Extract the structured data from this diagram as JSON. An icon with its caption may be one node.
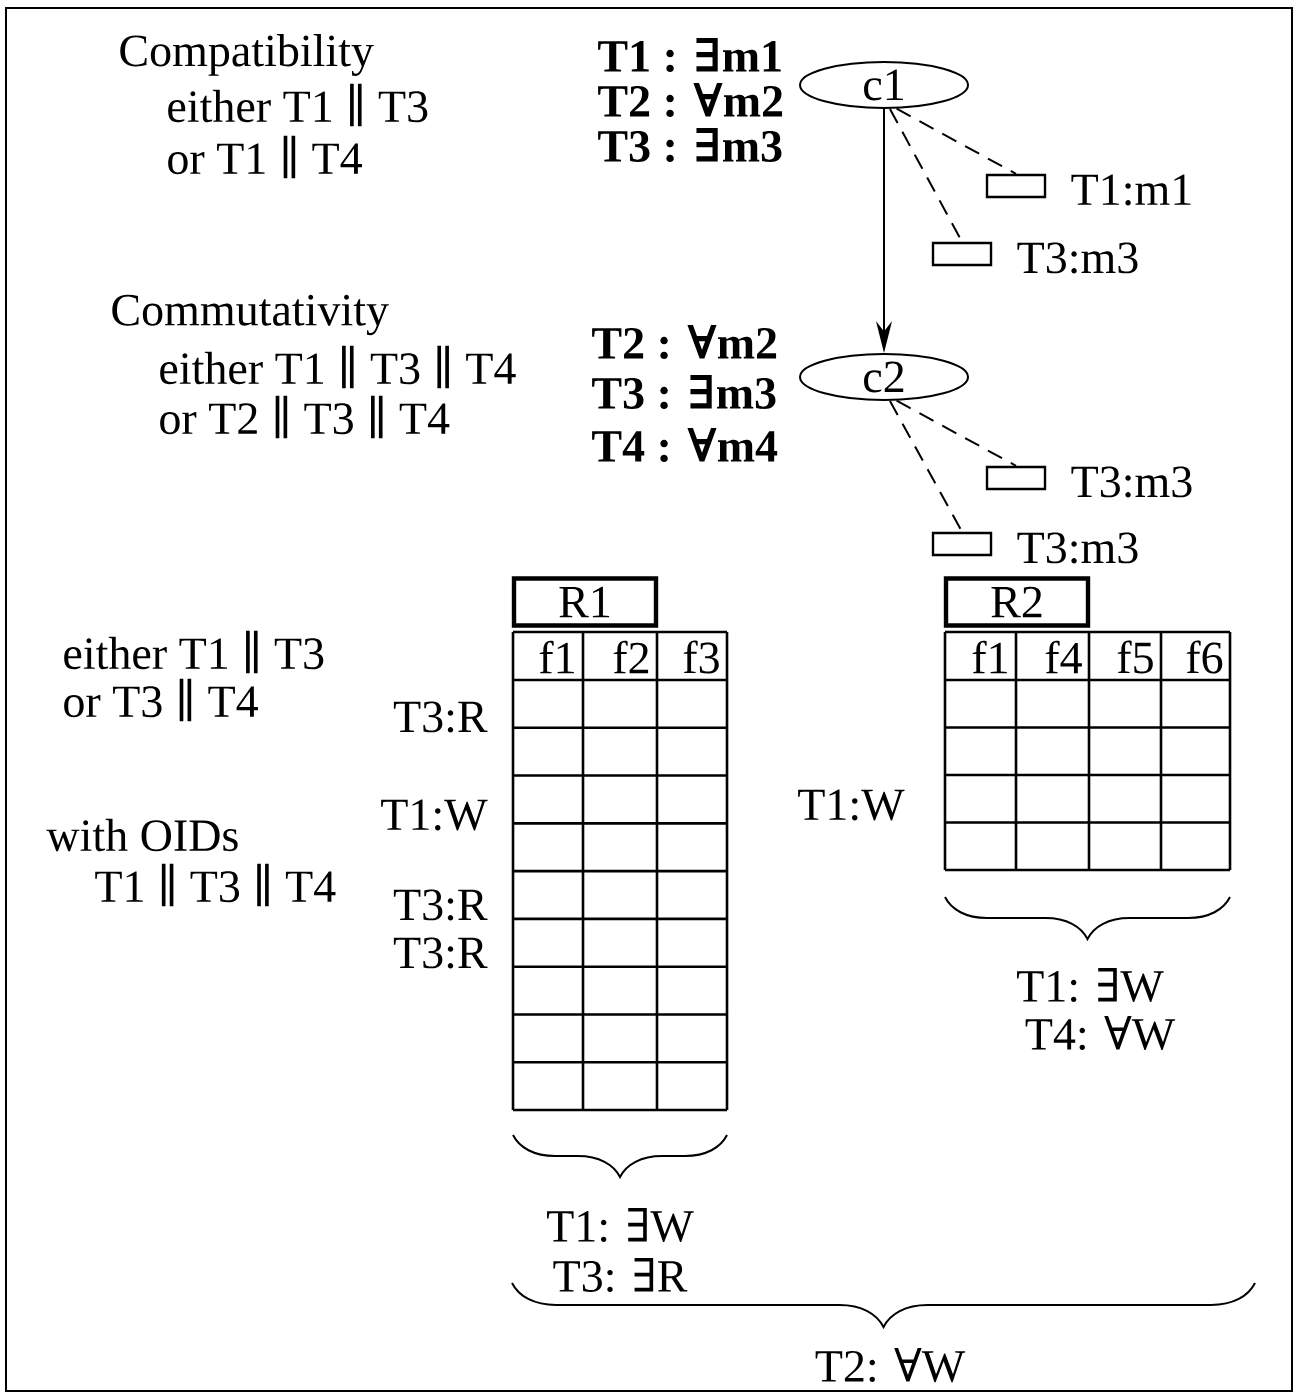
{
  "diagram": {
    "nodes": [
      {
        "text": [
          "c1"
        ]
      },
      {
        "text": [
          "c2"
        ]
      },
      {
        "text": [],
        "shape": "box",
        "beside": [
          "T1:m1"
        ]
      },
      {
        "text": [],
        "shape": "box",
        "beside": [
          "T3:m3"
        ]
      },
      {
        "text": [],
        "shape": "box",
        "beside": [
          "T3:m3"
        ]
      },
      {
        "text": [],
        "shape": "box",
        "beside": [
          "T3:m3"
        ]
      }
    ],
    "edges": [
      {
        "from": 0,
        "to": 1,
        "arrow": "to"
      },
      {
        "from": 0,
        "to": 2,
        "arrow": "none",
        "style": "dashed"
      },
      {
        "from": 0,
        "to": 3,
        "arrow": "none",
        "style": "dashed"
      },
      {
        "from": 1,
        "to": 4,
        "arrow": "none",
        "style": "dashed"
      },
      {
        "from": 1,
        "to": 5,
        "arrow": "none",
        "style": "dashed"
      }
    ],
    "labels": [
      "Compatibility",
      "T1 : ∃m1",
      "either T1 ∥ T3",
      "T2 : ∀m2",
      "or T1 ∥ T4",
      "T3 : ∃m3",
      "Commutativity",
      "T2 : ∀m2",
      "either T1 ∥ T3 ∥ T4",
      "T3 : ∃m3",
      "or T2 ∥ T3 ∥ T4",
      "T4 : ∀m4",
      "R1",
      "R2",
      "either T1 ∥ T3",
      "f1",
      "f2",
      "f3",
      "f1",
      "f4",
      "f5",
      "f6",
      "or T3 ∥ T4",
      "T3:R",
      "T1:W",
      "T1:W",
      "with OIDs",
      "T1 ∥ T3 ∥ T4",
      "T3:R",
      "T3:R",
      "T1: ∃W",
      "T4: ∀W",
      "T1: ∃W",
      "T3: ∃R",
      "T2: ∀W"
    ]
  }
}
